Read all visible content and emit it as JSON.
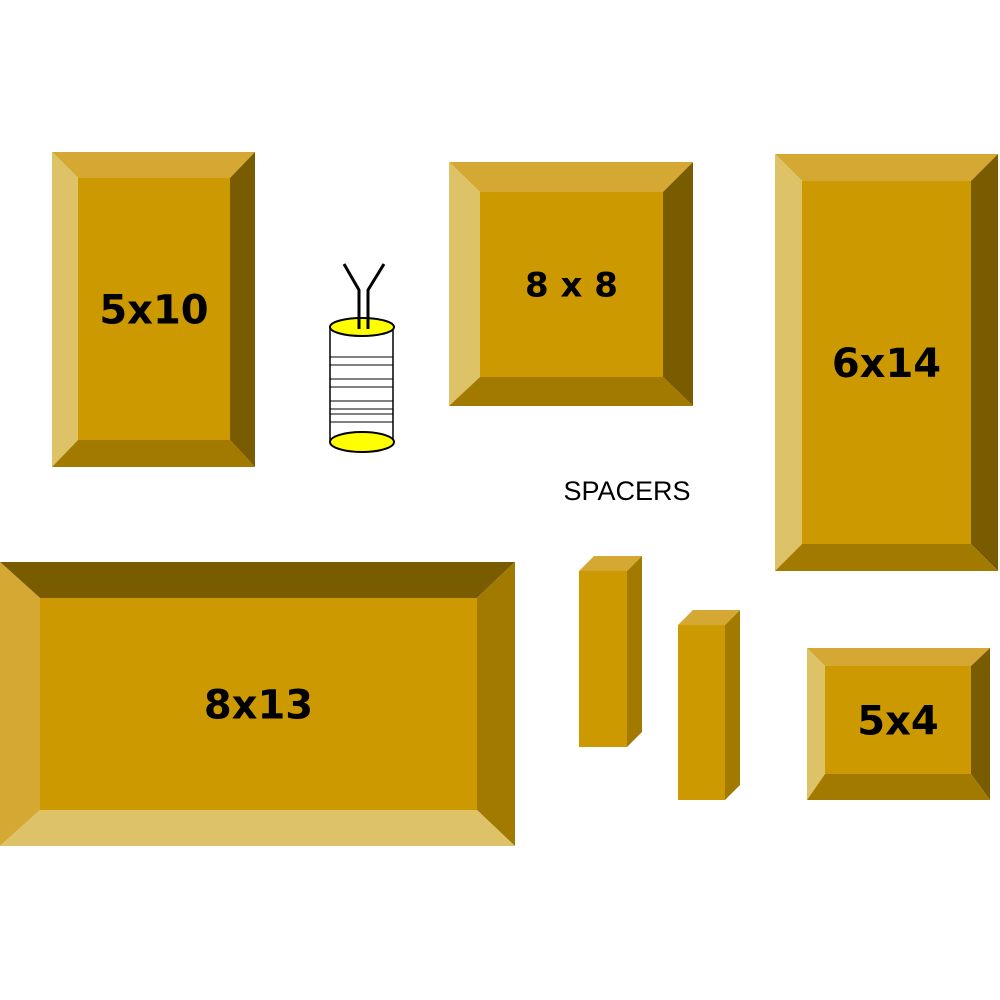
{
  "colors": {
    "face": "#CC9900",
    "light": "#DEC268",
    "top": "#D4A832",
    "dark": "#7A5C00",
    "mid": "#A37A00",
    "coil_end": "#FFFF00"
  },
  "panels": [
    {
      "id": "p5x10",
      "label": "5x10"
    },
    {
      "id": "p8x8",
      "label": "8 x 8"
    },
    {
      "id": "p6x14",
      "label": "6x14"
    },
    {
      "id": "p8x13",
      "label": "8x13"
    },
    {
      "id": "p5x4",
      "label": "5x4"
    }
  ],
  "spacers_label": "SPACERS"
}
